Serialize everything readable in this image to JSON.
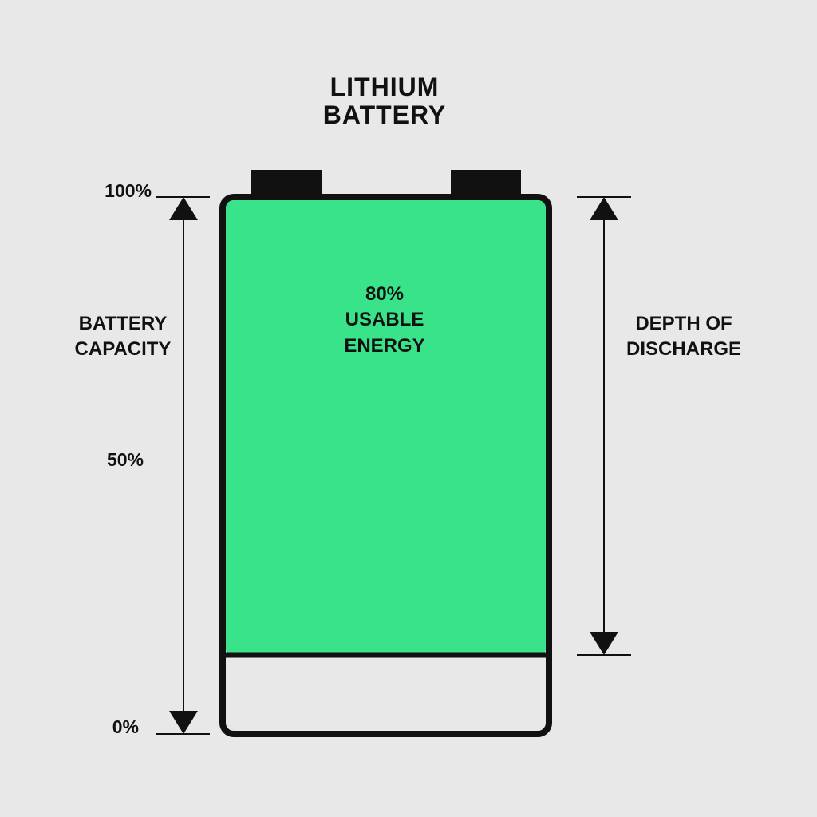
{
  "title_lines": [
    "LITHIUM",
    "BATTERY"
  ],
  "battery": {
    "usable_label_lines": [
      "80%",
      "USABLE",
      "ENERGY"
    ],
    "usable_fraction": 0.8,
    "fill_color": "#38e38a",
    "empty_color": "#e8e8e8",
    "outline_color": "#111111"
  },
  "capacity_axis": {
    "label_lines": [
      "BATTERY",
      "CAPACITY"
    ],
    "ticks": [
      "100%",
      "50%",
      "0%"
    ]
  },
  "depth_of_discharge": {
    "label_lines": [
      "DEPTH OF",
      "DISCHARGE"
    ]
  },
  "colors": {
    "background": "#e8e8e8",
    "ink": "#111111"
  }
}
